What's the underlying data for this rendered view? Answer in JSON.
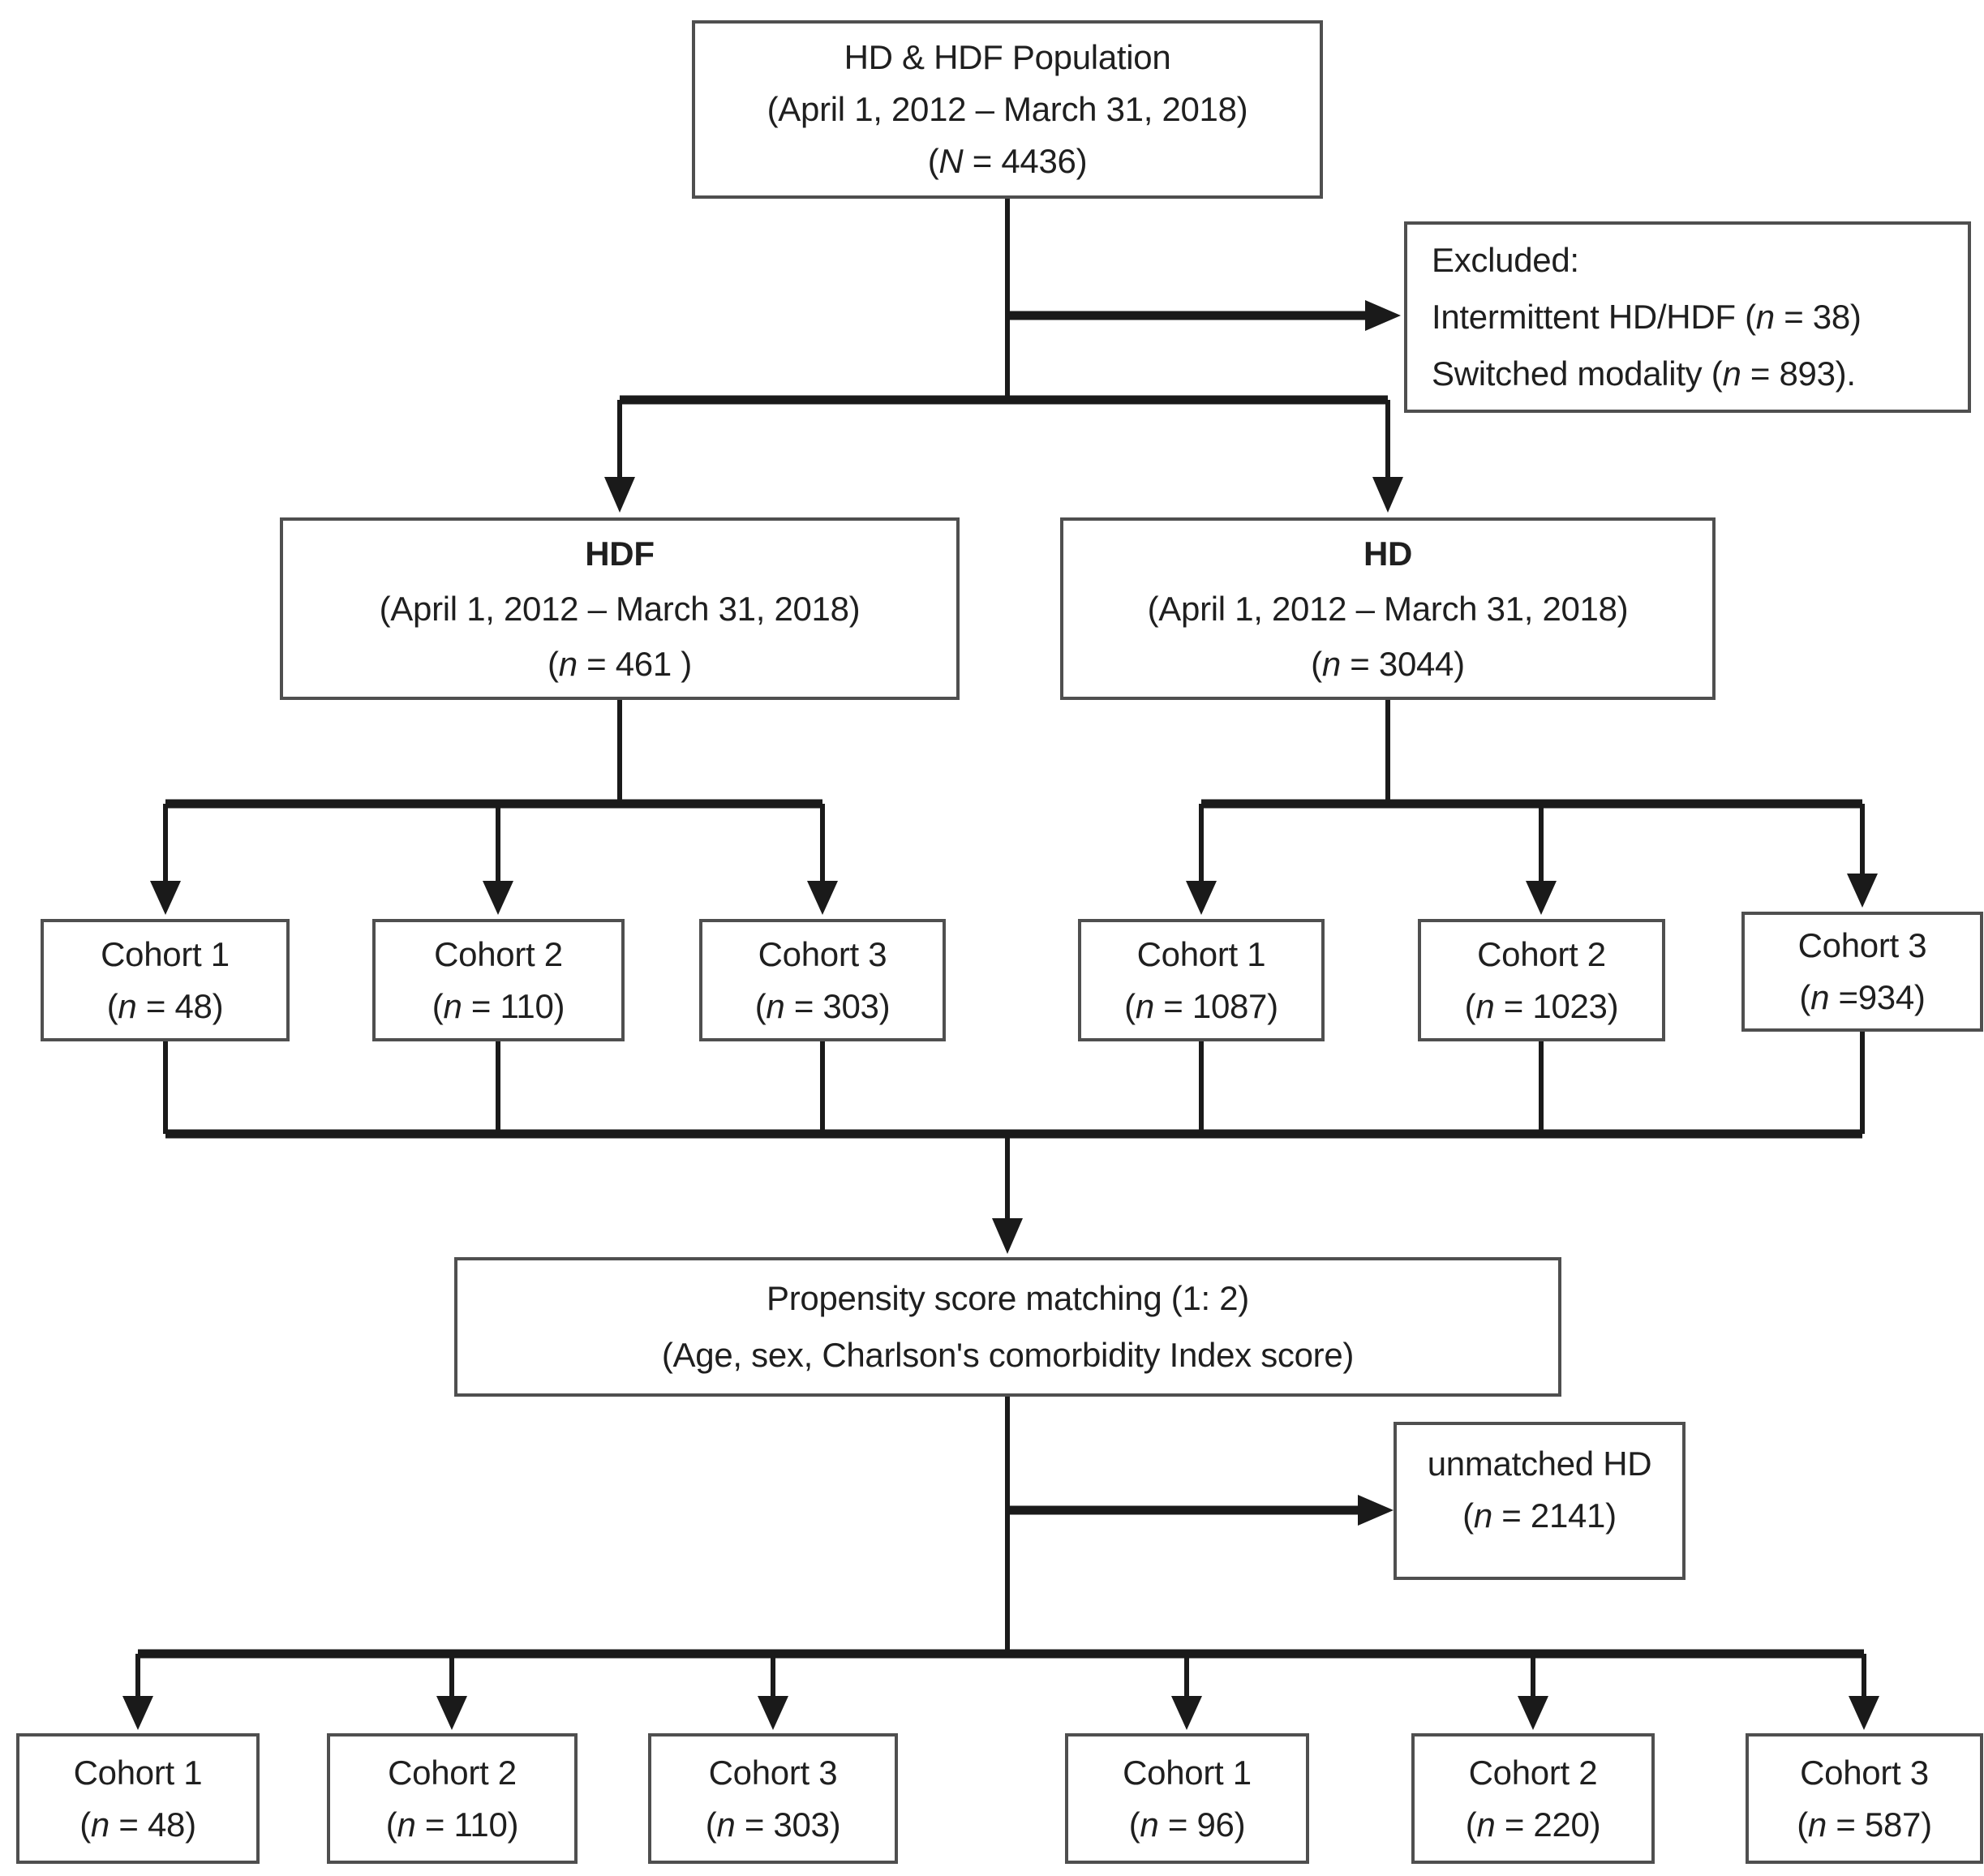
{
  "colors": {
    "line": "#1a1a1a",
    "box-border": "#4f4f4f",
    "text": "#1f1f1f",
    "background": "#ffffff"
  },
  "boxes": {
    "population": {
      "lines": [
        "HD & HDF Population",
        "(April 1, 2012 – March 31, 2018)",
        "(N = 4436)"
      ]
    },
    "excluded": {
      "lines": [
        "Excluded:",
        "Intermittent HD/HDF (n = 38)",
        "Switched modality (n = 893)."
      ]
    },
    "hdf": {
      "lines": [
        "HDF",
        "(April 1, 2012 – March 31, 2018)",
        "(n = 461 )"
      ]
    },
    "hd": {
      "lines": [
        "HD",
        "(April 1, 2012 – March 31, 2018)",
        "(n = 3044)"
      ]
    },
    "hdf_cohort_1": {
      "lines": [
        "Cohort 1",
        "(n = 48)"
      ]
    },
    "hdf_cohort_2": {
      "lines": [
        "Cohort 2",
        "(n = 110)"
      ]
    },
    "hdf_cohort_3": {
      "lines": [
        "Cohort 3",
        "(n = 303)"
      ]
    },
    "hd_cohort_1": {
      "lines": [
        "Cohort 1",
        "(n = 1087)"
      ]
    },
    "hd_cohort_2": {
      "lines": [
        "Cohort 2",
        "(n = 1023)"
      ]
    },
    "hd_cohort_3": {
      "lines": [
        "Cohort 3",
        "(n =934)"
      ]
    },
    "matching": {
      "lines": [
        "Propensity score matching (1: 2)",
        "(Age, sex, Charlson's comorbidity Index score)"
      ]
    },
    "unmatched": {
      "lines": [
        "unmatched HD",
        "(n = 2141)"
      ]
    },
    "matched_hdf_cohort_1": {
      "lines": [
        "Cohort 1",
        "(n = 48)"
      ]
    },
    "matched_hdf_cohort_2": {
      "lines": [
        "Cohort 2",
        "(n = 110)"
      ]
    },
    "matched_hdf_cohort_3": {
      "lines": [
        "Cohort 3",
        "(n = 303)"
      ]
    },
    "matched_hd_cohort_1": {
      "lines": [
        "Cohort 1",
        "(n = 96)"
      ]
    },
    "matched_hd_cohort_2": {
      "lines": [
        "Cohort 2",
        "(n = 220)"
      ]
    },
    "matched_hd_cohort_3": {
      "lines": [
        "Cohort 3",
        "(n = 587)"
      ]
    }
  }
}
